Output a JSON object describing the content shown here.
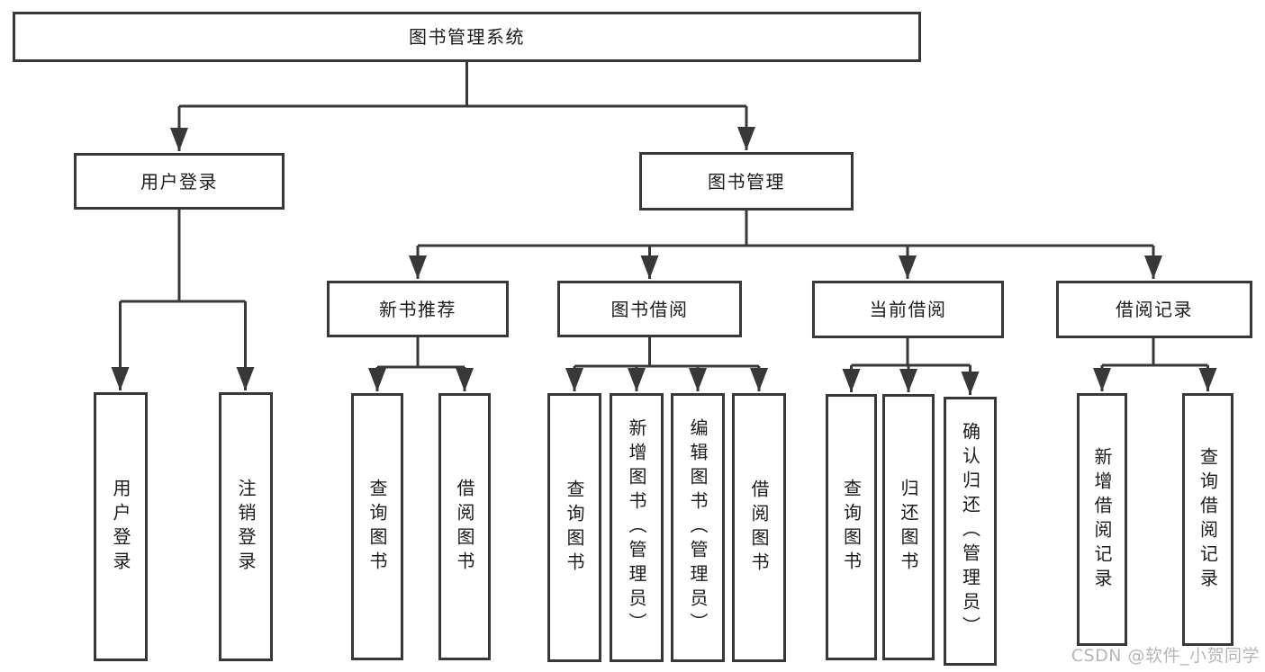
{
  "tree": {
    "root": {
      "label": "图书管理系统",
      "children": [
        {
          "label": "用户登录",
          "children": [
            {
              "label": "用户登录"
            },
            {
              "label": "注销登录"
            }
          ]
        },
        {
          "label": "图书管理",
          "children": [
            {
              "label": "新书推荐",
              "children": [
                {
                  "label": "查询图书"
                },
                {
                  "label": "借阅图书"
                }
              ]
            },
            {
              "label": "图书借阅",
              "children": [
                {
                  "label": "查询图书"
                },
                {
                  "label": "新增图书（管理员）"
                },
                {
                  "label": "编辑图书（管理员）"
                },
                {
                  "label": "借阅图书"
                }
              ]
            },
            {
              "label": "当前借阅",
              "children": [
                {
                  "label": "查询图书"
                },
                {
                  "label": "归还图书"
                },
                {
                  "label": "确认归还（管理员）"
                }
              ]
            },
            {
              "label": "借阅记录",
              "children": [
                {
                  "label": "新增借阅记录"
                },
                {
                  "label": "查询借阅记录"
                }
              ]
            }
          ]
        }
      ]
    }
  },
  "watermark": "CSDN @软件_小贺同学",
  "colors": {
    "line": "#383838",
    "text": "#1c1c1c",
    "watermark": "#b6b6b6",
    "background": "#ffffff"
  }
}
